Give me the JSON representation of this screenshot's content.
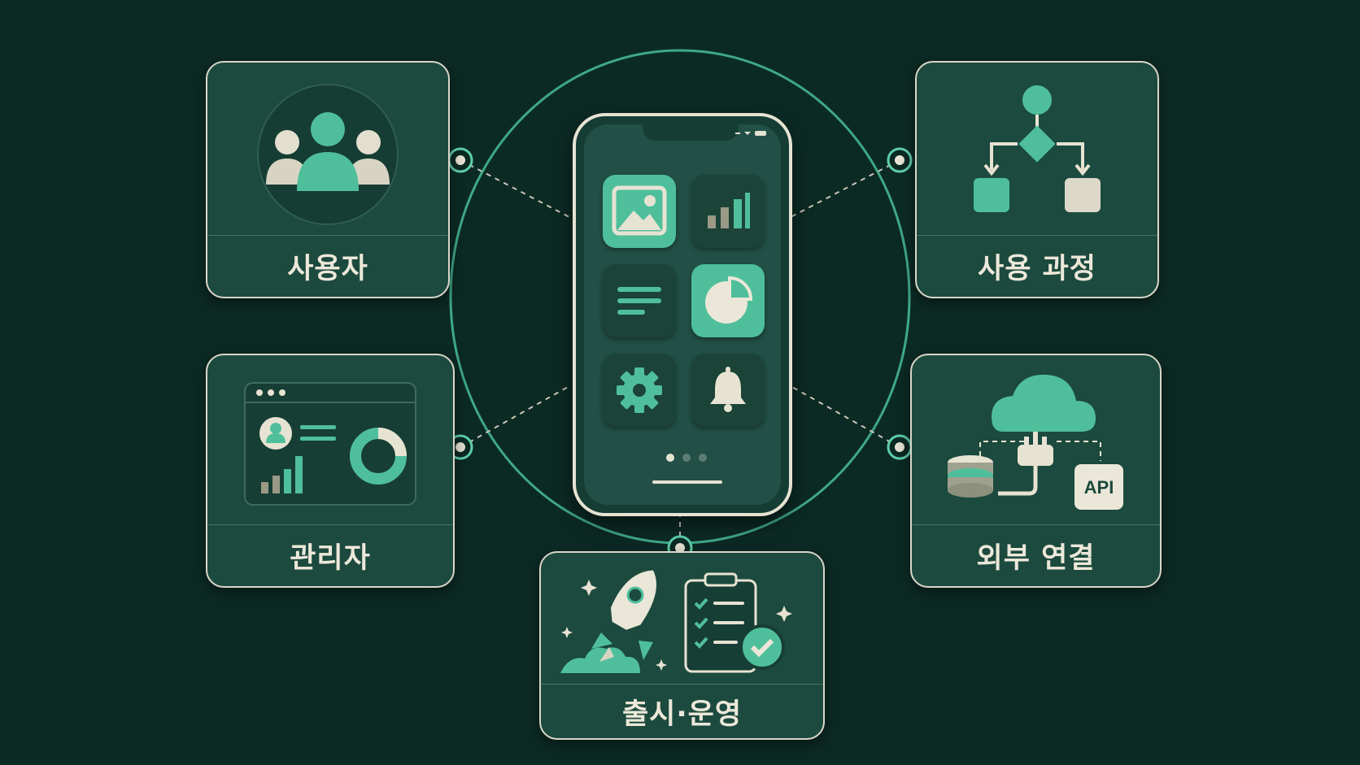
{
  "colors": {
    "background": "#0c2a24",
    "card": "#1c4a3e",
    "accent": "#4fbf9b",
    "cream": "#e7e3d3",
    "muted": "#5c7d72"
  },
  "phone": {
    "apps": [
      {
        "icon": "image-icon"
      },
      {
        "icon": "bar-chart-icon"
      },
      {
        "icon": "document-icon"
      },
      {
        "icon": "pie-chart-icon"
      },
      {
        "icon": "gear-icon"
      },
      {
        "icon": "bell-icon"
      }
    ],
    "page_dots": 3
  },
  "nodes": {
    "users": {
      "label": "사용자",
      "icon": "users-group-icon"
    },
    "flow": {
      "label": "사용 과정",
      "icon": "flowchart-icon"
    },
    "admin": {
      "label": "관리자",
      "icon": "admin-dashboard-icon"
    },
    "integration": {
      "label": "외부 연결",
      "icon": "cloud-api-icon"
    },
    "launch": {
      "label": "출시·운영",
      "icon": "rocket-checklist-icon"
    },
    "integration_badge": "API"
  }
}
